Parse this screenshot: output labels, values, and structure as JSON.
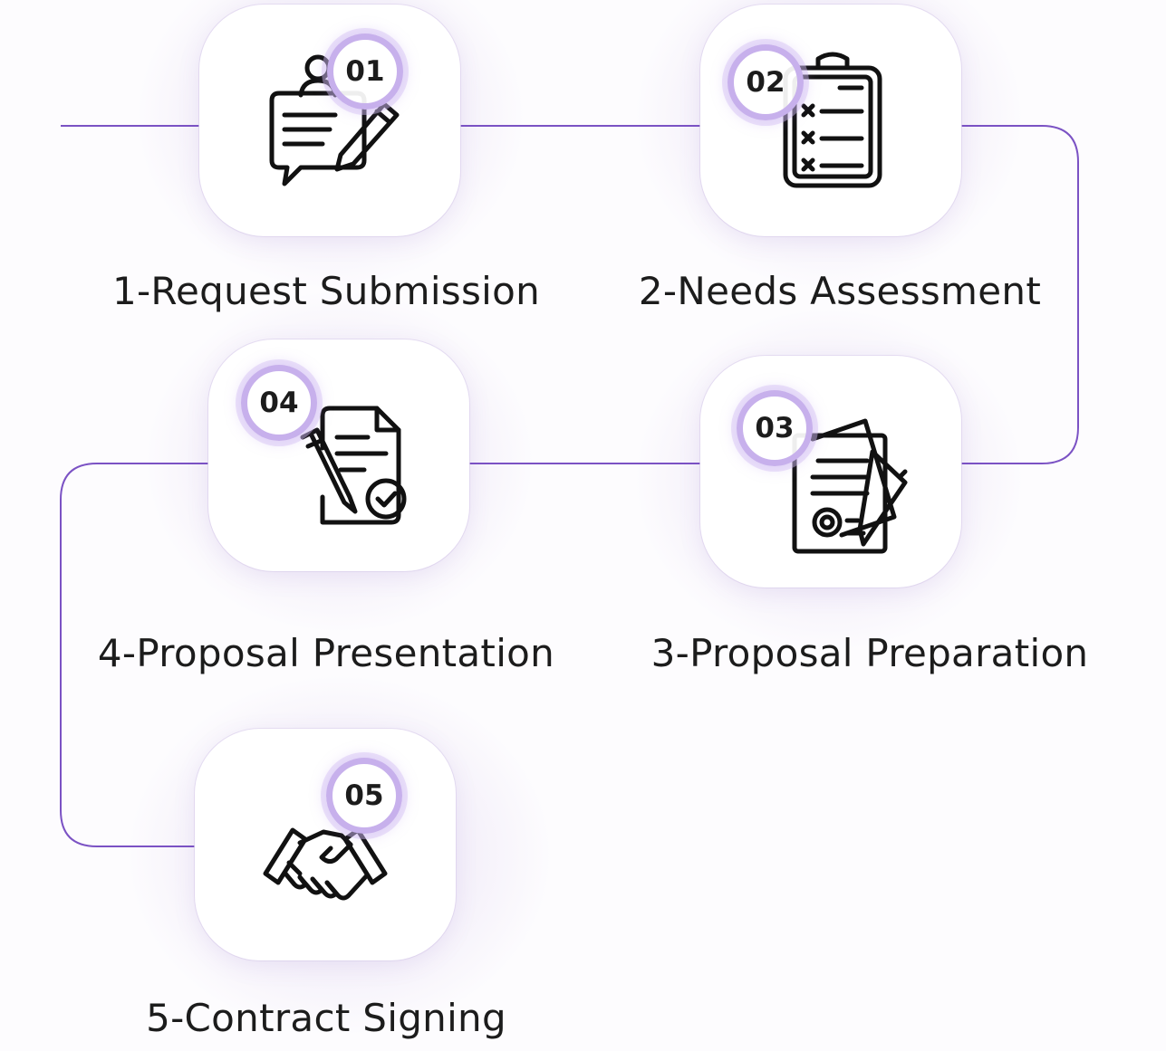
{
  "steps": [
    {
      "number": "01",
      "label": "1-Request Submission",
      "icon": "request-form-icon"
    },
    {
      "number": "02",
      "label": "2-Needs Assessment",
      "icon": "clipboard-checklist-icon"
    },
    {
      "number": "03",
      "label": "3-Proposal Preparation",
      "icon": "document-pen-icon"
    },
    {
      "number": "04",
      "label": "4-Proposal Presentation",
      "icon": "approved-document-icon"
    },
    {
      "number": "05",
      "label": "5-Contract Signing",
      "icon": "handshake-icon"
    }
  ],
  "colors": {
    "connector": "#7b52c4",
    "badge_ring": "#c7b0ec",
    "glow": "#aa8cd7",
    "text": "#1c1c1c"
  }
}
